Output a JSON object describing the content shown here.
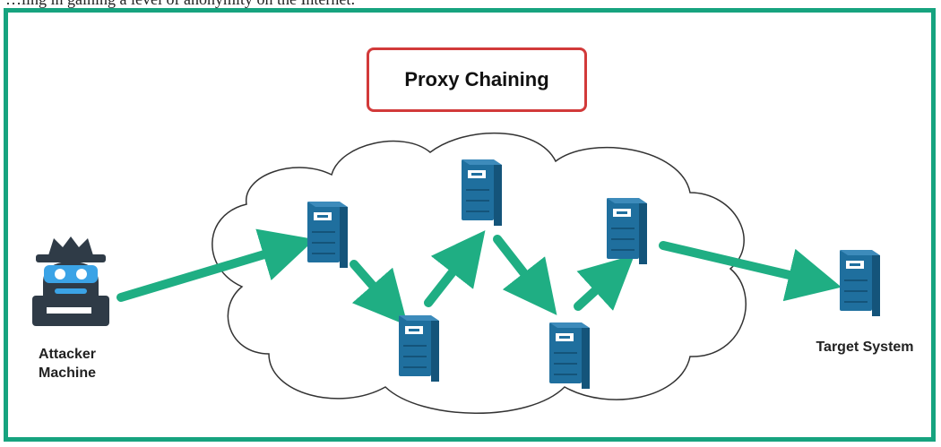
{
  "caption": "…ling in gaining a level of anonymity on the Internet:",
  "title": "Proxy Chaining",
  "nodes": {
    "attacker": {
      "label_line1": "Attacker",
      "label_line2": "Machine"
    },
    "target": {
      "label": "Target System"
    }
  },
  "colors": {
    "frame": "#16a37f",
    "title_border": "#d23a3a",
    "arrow": "#1fae83",
    "server_primary": "#1f6f9e",
    "server_dark": "#14547a",
    "attacker_icon": "#2f3b47"
  }
}
